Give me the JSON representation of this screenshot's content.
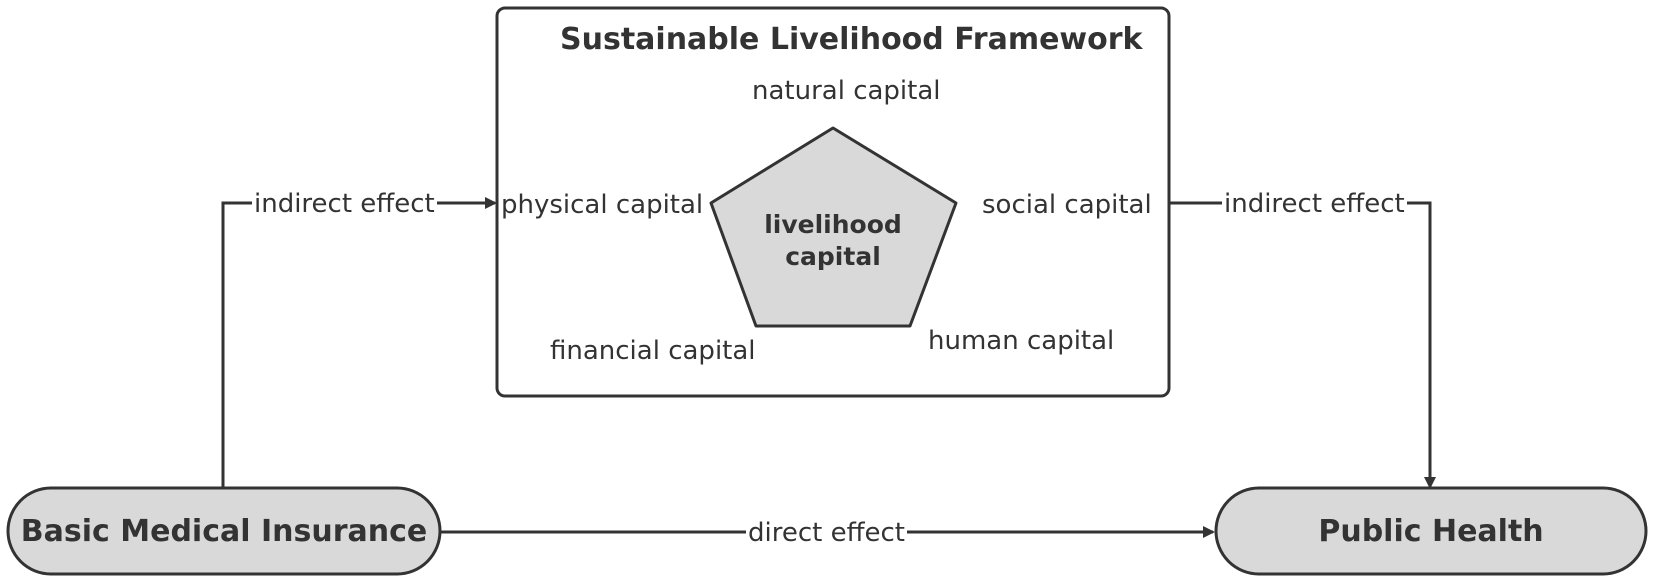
{
  "diagram": {
    "framework_title": "Sustainable Livelihood Framework",
    "center_label_line1": "livelihood",
    "center_label_line2": "capital",
    "capitals": {
      "natural": "natural capital",
      "physical": "physical capital",
      "social": "social capital",
      "financial": "financial  capital",
      "human": "human capital"
    },
    "nodes": {
      "source": "Basic Medical Insurance",
      "target": "Public Health"
    },
    "edges": {
      "left_indirect": "indirect effect",
      "right_indirect": "indirect effect",
      "direct": "direct effect"
    },
    "colors": {
      "stroke": "#333333",
      "node_fill": "#d9d9d9",
      "pentagon_fill": "#d9d9d9",
      "background": "#ffffff"
    }
  }
}
